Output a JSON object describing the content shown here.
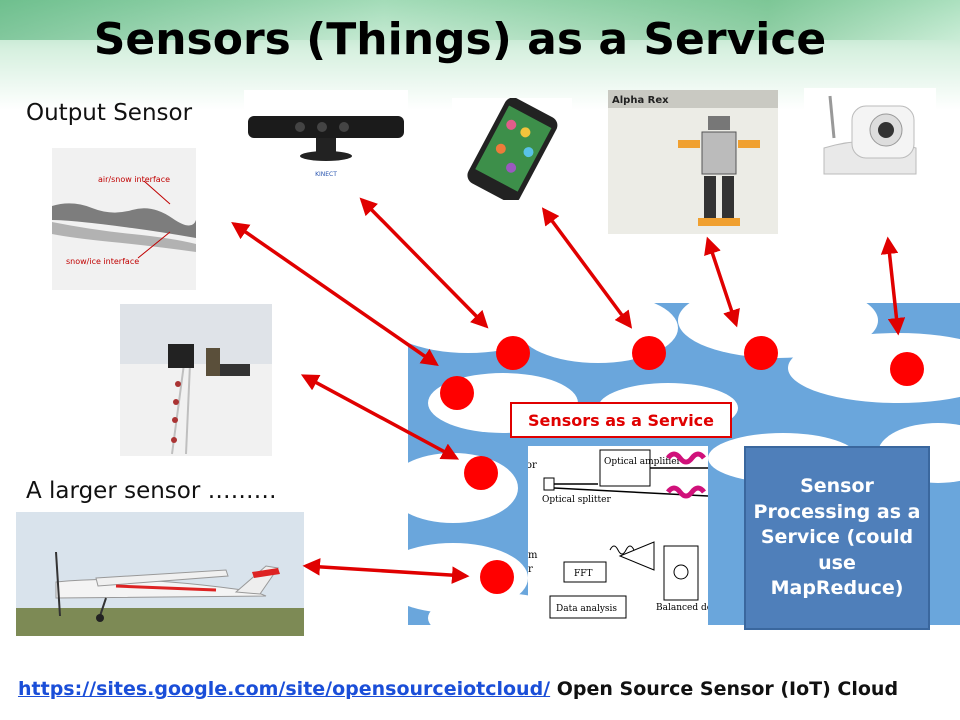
{
  "slide": {
    "title": "Sensors (Things) as a Service",
    "output_sensor_label": "Output Sensor",
    "larger_sensor_label": "A larger sensor ………",
    "sensors_service_label": "Sensors as a Service",
    "processing_label": "Sensor Processing as a Service (could use MapReduce)",
    "footer_link": "https://sites.google.com/site/opensourceiotcloud/",
    "footer_text": " Open Source Sensor (IoT) Cloud"
  },
  "images": {
    "radar": {
      "text_top": "air/snow interface",
      "text_bottom": "snow/ice interface"
    },
    "kinect": {
      "brand": "KINECT"
    },
    "robot": {
      "caption": "Alpha Rex"
    }
  },
  "diagram": {
    "labels": [
      "Optical amplifier",
      "Optical splitter",
      "FFT",
      "Data analysis",
      "Balanced detector",
      "or",
      "m",
      "r"
    ]
  },
  "colors": {
    "arrow": "#e00000",
    "dot": "#ff0000",
    "cloud_sky": "#6aa6dc",
    "processing_box": "#4f7fba",
    "link": "#1a4ed8"
  }
}
